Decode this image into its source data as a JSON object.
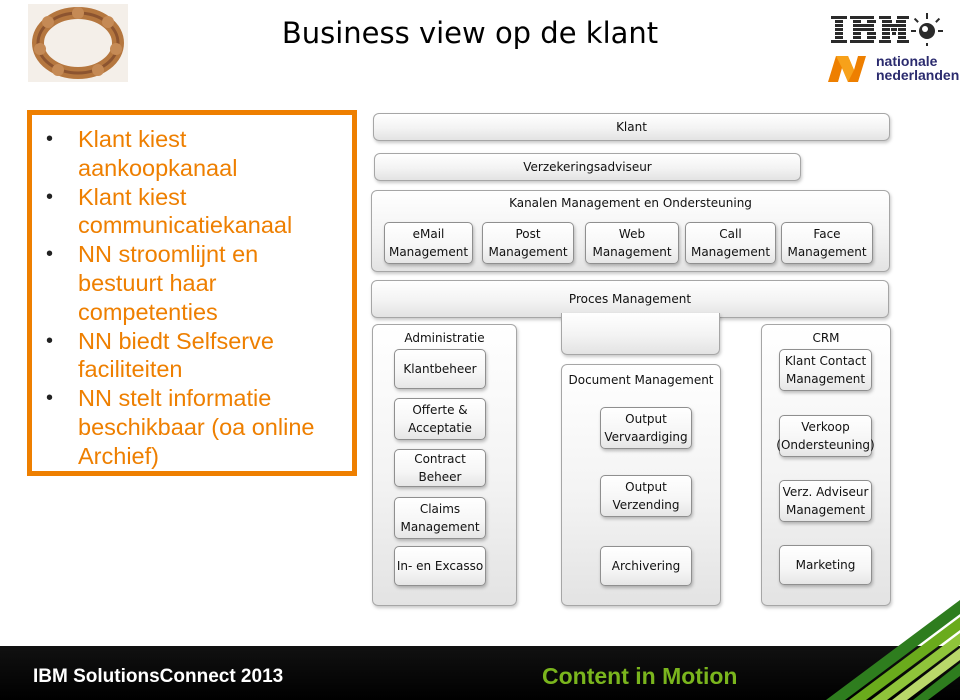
{
  "title": "Business view op de klant",
  "logos": {
    "ibm": "IBM",
    "nn_line1": "nationale",
    "nn_line2": "nederlanden"
  },
  "bullets": [
    "Klant kiest aankoopkanaal",
    "Klant kiest communicatiekanaal",
    "NN stroomlijnt en bestuurt haar competenties",
    "NN biedt Selfserve faciliteiten",
    "NN stelt informatie beschikbaar (oa online Archief)"
  ],
  "diagram": {
    "klant": "Klant",
    "adviseur": "Verzekeringsadviseur",
    "kanalen": {
      "title": "Kanalen Management en Ondersteuning",
      "items": [
        [
          "eMail",
          "Management"
        ],
        [
          "Post",
          "Management"
        ],
        [
          "Web",
          "Management"
        ],
        [
          "Call",
          "Management"
        ],
        [
          "Face",
          "Management"
        ]
      ]
    },
    "proces": "Proces Management",
    "administratie": {
      "title": "Administratie",
      "items": [
        [
          "Klantbeheer"
        ],
        [
          "Offerte &",
          "Acceptatie"
        ],
        [
          "Contract Beheer"
        ],
        [
          "Claims",
          "Management"
        ],
        [
          "In- en Excasso"
        ]
      ]
    },
    "document": {
      "title": "Document Management",
      "items": [
        [
          "Output",
          "Vervaardiging"
        ],
        [
          "Output",
          "Verzending"
        ],
        [
          "Archivering"
        ]
      ]
    },
    "crm": {
      "title": "CRM",
      "items": [
        [
          "Klant Contact",
          "Management"
        ],
        [
          "Verkoop",
          "(Ondersteuning)"
        ],
        [
          "Verz. Adviseur",
          "Management"
        ],
        [
          "Marketing"
        ]
      ]
    }
  },
  "footer": {
    "left": "IBM SolutionsConnect 2013",
    "mid": "Content in Motion"
  },
  "colors": {
    "accent_orange": "#ee7f00",
    "footer_green": "#7ab51d",
    "nn_navy": "#2b2b6e"
  }
}
